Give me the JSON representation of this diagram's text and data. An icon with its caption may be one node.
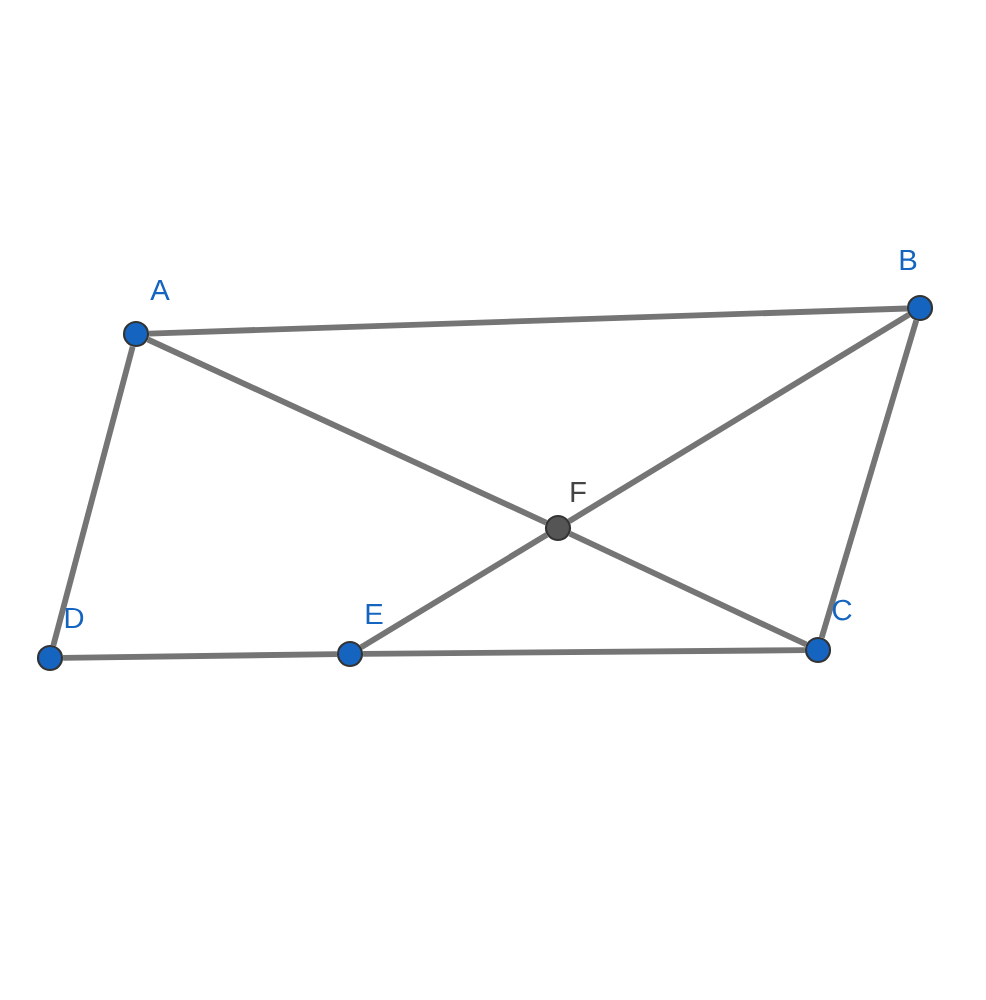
{
  "diagram": {
    "nodes": [
      {
        "text": [
          "A"
        ]
      },
      {
        "text": [
          "B"
        ]
      },
      {
        "text": [
          "C"
        ]
      },
      {
        "text": [
          "D"
        ]
      },
      {
        "text": [
          "E"
        ]
      },
      {
        "text": [
          "F"
        ]
      }
    ],
    "edges": [
      {
        "from": 0,
        "to": 1,
        "arrow": "none"
      },
      {
        "from": 1,
        "to": 2,
        "arrow": "none"
      },
      {
        "from": 3,
        "to": 0,
        "arrow": "none"
      },
      {
        "from": 3,
        "to": 4,
        "arrow": "none"
      },
      {
        "from": 4,
        "to": 2,
        "arrow": "none"
      },
      {
        "from": 0,
        "to": 5,
        "arrow": "none"
      },
      {
        "from": 5,
        "to": 2,
        "arrow": "none"
      },
      {
        "from": 4,
        "to": 5,
        "arrow": "none"
      },
      {
        "from": 5,
        "to": 1,
        "arrow": "none"
      }
    ]
  }
}
